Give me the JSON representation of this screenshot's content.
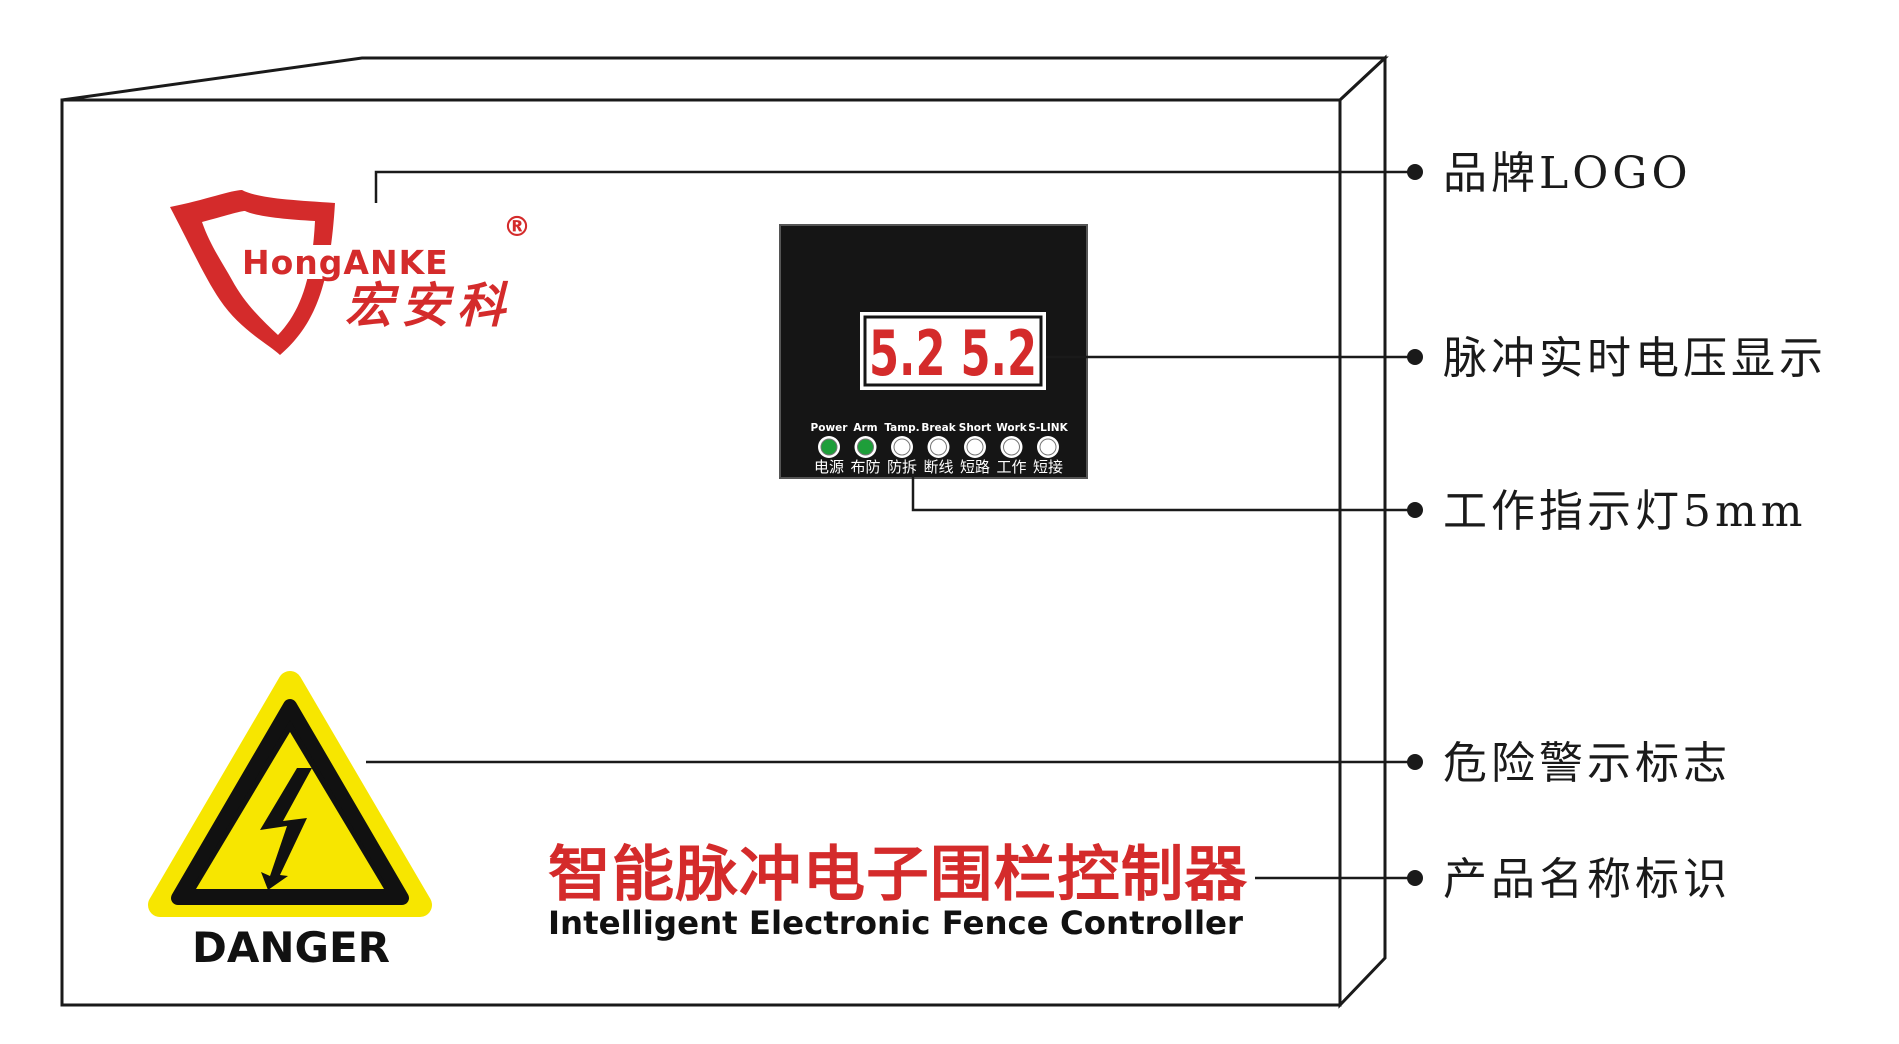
{
  "brand": {
    "name_en": "HongANKE",
    "registered_mark": "®",
    "name_cn": "宏安科"
  },
  "display": {
    "voltage_text": "5.2 5.2"
  },
  "indicators": [
    {
      "label_en": "Power",
      "label_cn": "电源",
      "color": "#1e9e3a"
    },
    {
      "label_en": "Arm",
      "label_cn": "布防",
      "color": "#1e9e3a"
    },
    {
      "label_en": "Tamp.",
      "label_cn": "防拆",
      "color": "#ffffff"
    },
    {
      "label_en": "Break",
      "label_cn": "断线",
      "color": "#ffffff"
    },
    {
      "label_en": "Short",
      "label_cn": "短路",
      "color": "#ffffff"
    },
    {
      "label_en": "Work",
      "label_cn": "工作",
      "color": "#ffffff"
    },
    {
      "label_en": "S-LINK",
      "label_cn": "短接",
      "color": "#ffffff"
    }
  ],
  "warning": {
    "label": "DANGER"
  },
  "product": {
    "name_cn": "智能脉冲电子围栏控制器",
    "name_en": "Intelligent Electronic Fence Controller"
  },
  "callouts": [
    {
      "label": "品牌LOGO"
    },
    {
      "label": "脉冲实时电压显示"
    },
    {
      "label": "工作指示灯5mm"
    },
    {
      "label": "危险警示标志"
    },
    {
      "label": "产品名称标识"
    }
  ],
  "colors": {
    "brand_red": "#d42b2b",
    "warning_yellow": "#f7e600",
    "panel_black": "#151515",
    "led_green": "#1e9e3a"
  }
}
